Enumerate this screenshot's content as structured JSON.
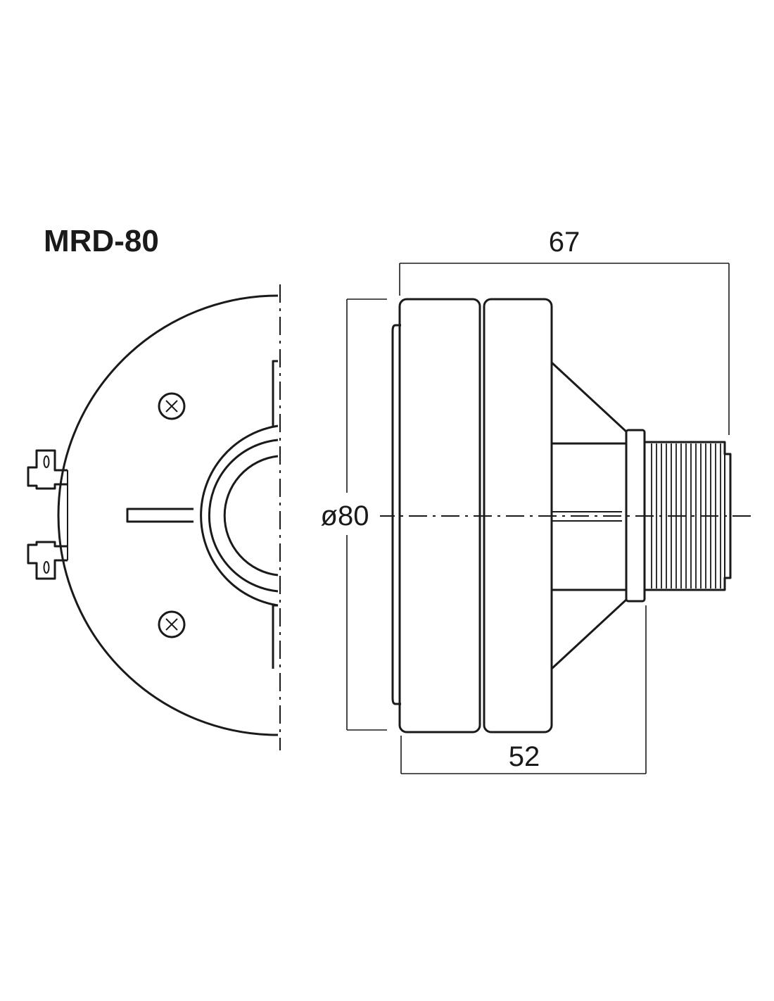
{
  "title": "MRD-80",
  "dimensions": {
    "length_total": "67",
    "diameter": "ø80",
    "body_length": "52"
  }
}
